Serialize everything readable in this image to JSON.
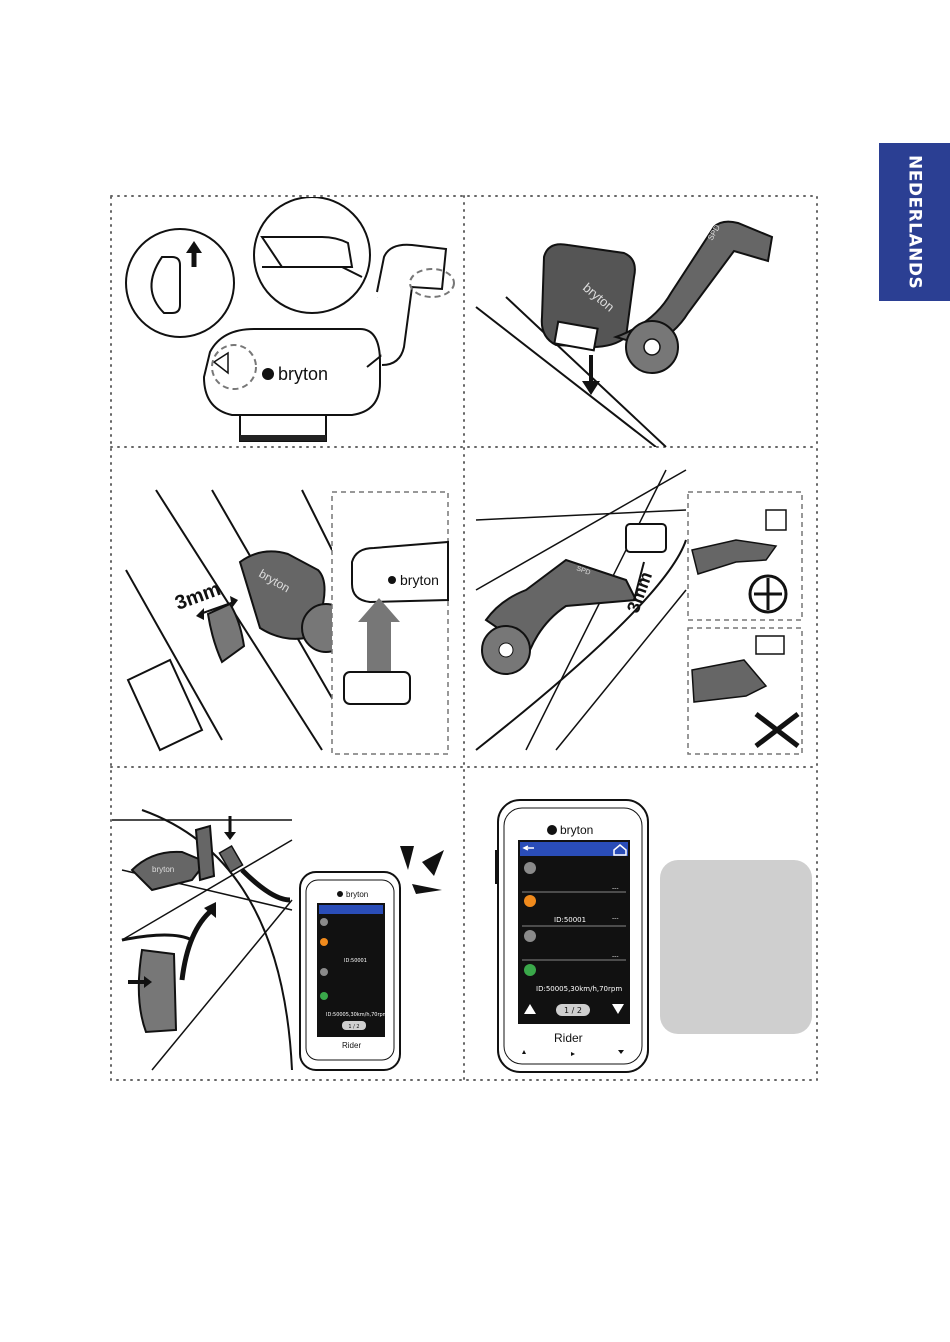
{
  "language_tab": "NEDERLANDS",
  "brand": "bryton",
  "panels": {
    "p1": {
      "brand": "bryton"
    },
    "p2": {
      "marker": "SPD",
      "brand": "bryton"
    },
    "p3": {
      "distance": "3mm",
      "brand": "bryton"
    },
    "p4": {
      "marker": "SPD",
      "distance": "3mm"
    },
    "p5": {
      "brand": "bryton"
    },
    "p6": {
      "brand": "bryton"
    }
  },
  "device": {
    "brand": "bryton",
    "model": "Rider",
    "sensor_id_1": "ID:50001",
    "sensor_id_2": "ID:50005,30km/h,70rpm",
    "page": "1 / 2",
    "dashes": "---",
    "status_colors": [
      "#8a8a8a",
      "#f08a1c",
      "#8a8a8a",
      "#3aa84a"
    ]
  }
}
